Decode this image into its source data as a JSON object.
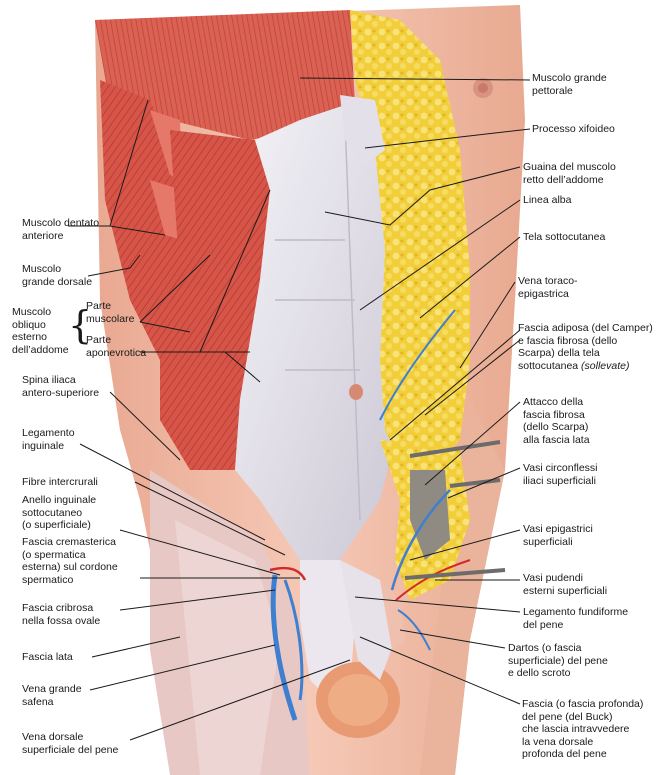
{
  "left_labels": [
    {
      "id": "dentato",
      "text": "Muscolo dentato\nanteriore"
    },
    {
      "id": "dorsale",
      "text": "Muscolo\ngrande dorsale"
    },
    {
      "id": "obliquo",
      "text": "Muscolo\nobliquo\nesterno\ndell’addome"
    },
    {
      "id": "spina",
      "text": "Spina iliaca\nantero-superiore"
    },
    {
      "id": "inguinale",
      "text": "Legamento\ninguinale"
    },
    {
      "id": "intercrurali",
      "text": "Fibre intercrurali"
    },
    {
      "id": "anello",
      "text": "Anello inguinale\nsottocutaneo\n(o superficiale)"
    },
    {
      "id": "cremasterica",
      "text": "Fascia cremasterica\n(o spermatica\nesterna) sul cordone\nspermatico"
    },
    {
      "id": "cribrosa",
      "text": "Fascia cribrosa\nnella fossa ovale"
    },
    {
      "id": "lata",
      "text": "Fascia lata"
    },
    {
      "id": "safena",
      "text": "Vena grande\nsafena"
    },
    {
      "id": "dorsale-pene",
      "text": "Vena dorsale\nsuperficiale del pene"
    }
  ],
  "obliquo_parts": [
    {
      "id": "muscolare",
      "text": "Parte\nmuscolare"
    },
    {
      "id": "aponevrotica",
      "text": "Parte\naponevrotica"
    }
  ],
  "right_labels": [
    {
      "id": "pettorale",
      "text": "Muscolo grande\npettorale"
    },
    {
      "id": "xifoideo",
      "text": "Processo xifoideo"
    },
    {
      "id": "guaina",
      "text": "Guaina del muscolo\nretto dell’addome"
    },
    {
      "id": "alba",
      "text": "Linea alba"
    },
    {
      "id": "tela",
      "text": "Tela sottocutanea"
    },
    {
      "id": "toraco",
      "text": "Vena toraco-\nepigastrica"
    },
    {
      "id": "camper",
      "text": "Fascia adiposa (del Camper)\ne fascia fibrosa (dello\nScarpa) della tela\nsottocutanea ",
      "tail": "(sollevate)"
    },
    {
      "id": "attacco",
      "text": "Attacco della\nfascia fibrosa\n(dello Scarpa)\nalla fascia lata"
    },
    {
      "id": "circonflessi",
      "text": "Vasi circonflessi\niliaci superficiali"
    },
    {
      "id": "epigastrici",
      "text": "Vasi epigastrici\nsuperficiali"
    },
    {
      "id": "pudendi",
      "text": "Vasi pudendi\nesterni superficiali"
    },
    {
      "id": "fundiforme",
      "text": "Legamento fundiforme\ndel pene"
    },
    {
      "id": "dartos",
      "text": "Dartos (o fascia\nsuperficiale) del pene\ne dello scroto"
    },
    {
      "id": "buck",
      "text": "Fascia (o fascia profonda)\ndel pene (del Buck)\nche lascia intravvedere\nla vena dorsale\nprofonda del pene"
    }
  ],
  "colors": {
    "muscle": "#d9574c",
    "muscle_dark": "#b8362f",
    "skin": "#f2c3b0",
    "fascia": "#e9e7ee",
    "fat": "#f3d64a",
    "vein": "#3f7fd0",
    "artery": "#d22a26",
    "leader": "#1a1a1a"
  }
}
